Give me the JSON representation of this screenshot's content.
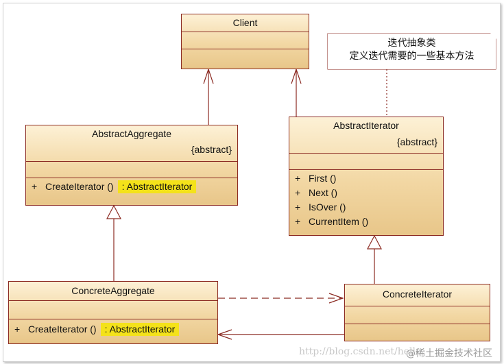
{
  "colors": {
    "border": "#8b2a22",
    "fill_top": "#fdf1d6",
    "fill_bottom": "#e8c689",
    "highlight": "#f4e21a"
  },
  "client": {
    "name": "Client"
  },
  "abstract_aggregate": {
    "name": "AbstractAggregate",
    "stereotype": "{abstract}",
    "operations": [
      {
        "visibility": "+",
        "name": "CreateIterator ()",
        "return_type": ": AbstractIterator"
      }
    ]
  },
  "abstract_iterator": {
    "name": "AbstractIterator",
    "stereotype": "{abstract}",
    "operations": [
      {
        "visibility": "+",
        "name": "First ()"
      },
      {
        "visibility": "+",
        "name": "Next ()"
      },
      {
        "visibility": "+",
        "name": "IsOver ()"
      },
      {
        "visibility": "+",
        "name": "CurrentItem ()"
      }
    ]
  },
  "concrete_aggregate": {
    "name": "ConcreteAggregate",
    "operations": [
      {
        "visibility": "+",
        "name": "CreateIterator ()",
        "return_type": ": AbstractIterator"
      }
    ]
  },
  "concrete_iterator": {
    "name": "ConcreteIterator"
  },
  "note": {
    "line1": "迭代抽象类",
    "line2": "定义迭代需要的一些基本方法"
  },
  "watermark": {
    "url": "http://blog.csdn.net/hello",
    "site": "@稀土掘金技术社区"
  }
}
